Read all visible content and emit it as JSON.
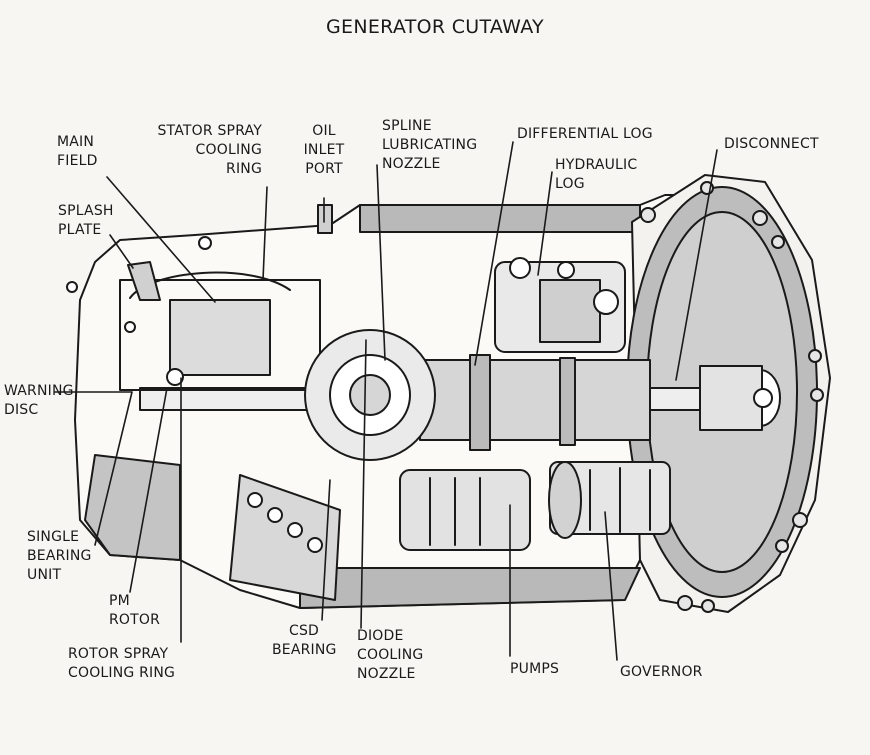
{
  "title": "GENERATOR CUTAWAY",
  "labels": {
    "main_field": "MAIN\nFIELD",
    "stator_spray": "STATOR SPRAY\nCOOLING\nRING",
    "oil_inlet": "OIL\nINLET\nPORT",
    "spline_nozzle": "SPLINE\nLUBRICATING\nNOZZLE",
    "differential_log": "DIFFERENTIAL LOG",
    "hydraulic_log": "HYDRAULIC\nLOG",
    "disconnect": "DISCONNECT",
    "splash_plate": "SPLASH\nPLATE",
    "warning_disc": "WARNING\nDISC",
    "single_bearing": "SINGLE\nBEARING\nUNIT",
    "pm_rotor": "PM\nROTOR",
    "rotor_spray": "ROTOR SPRAY\nCOOLING RING",
    "csd_bearing": "CSD\nBEARING",
    "diode_nozzle": "DIODE\nCOOLING\nNOZZLE",
    "pumps": "PUMPS",
    "governor": "GOVERNOR"
  }
}
